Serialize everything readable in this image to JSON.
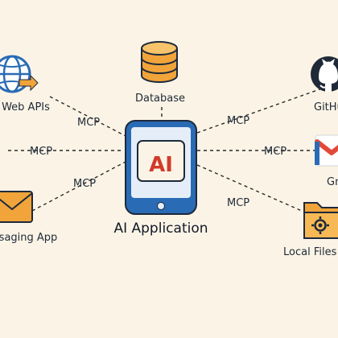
{
  "center": {
    "badge": "AI",
    "label": "AI Application"
  },
  "connector_label": "MCP",
  "nodes": {
    "web_apis": {
      "label": "Web APIs"
    },
    "database": {
      "label": "Database"
    },
    "github": {
      "label": "GitHub"
    },
    "gmail": {
      "label": "Gmail"
    },
    "messaging_app": {
      "label": "Messaging App"
    },
    "local_files": {
      "label": "Local Files"
    }
  },
  "icons": {
    "web_apis": "globe-arrow-icon",
    "database": "database-icon",
    "github": "github-icon",
    "gmail": "gmail-icon",
    "messaging_app": "envelope-icon",
    "local_files": "folder-gear-icon",
    "center": "tablet-icon"
  },
  "colors": {
    "background": "#fbf4e6",
    "accent_blue": "#2a6bb5",
    "accent_orange": "#f0a43a",
    "ai_red": "#d23b2b",
    "gmail_red": "#e14a3b"
  }
}
